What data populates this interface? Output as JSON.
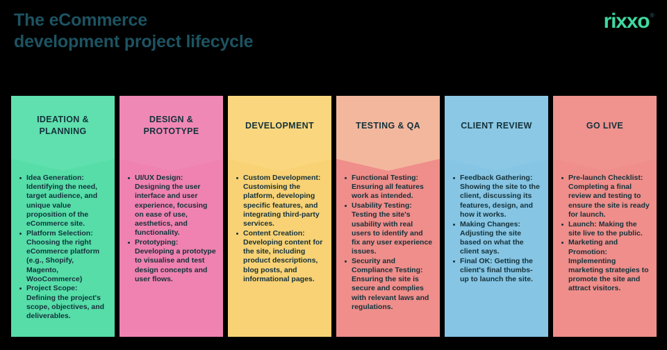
{
  "header": {
    "title_line1": "The eCommerce",
    "title_line2": "development project lifecycle",
    "logo_text": "rixxo",
    "logo_mark": "®",
    "title_color": "#1d5361",
    "logo_color": "#3fd9a0",
    "background_color": "#000000"
  },
  "columns": [
    {
      "title": "IDEATION & PLANNING",
      "color": "#56dda8",
      "band_color": "#5fe0ae",
      "items": [
        {
          "term": "Idea Generation:",
          "desc": " Identifying the need, target audience, and unique value proposition of the eCommerce site."
        },
        {
          "term": "Platform Selection:",
          "desc": " Choosing the right eCommerce platform (e.g., Shopify, Magento, WooCommerce)"
        },
        {
          "term": "Project Scope:",
          "desc": " Defining the project's scope, objectives, and deliverables."
        }
      ]
    },
    {
      "title": "DESIGN & PROTOTYPE",
      "color": "#ef82b0",
      "band_color": "#f088b5",
      "items": [
        {
          "term": "UI/UX Design:",
          "desc": " Designing the user interface and user experience, focusing on ease of use, aesthetics, and functionality."
        },
        {
          "term": "Prototyping:",
          "desc": " Developing a prototype to visualise and test design concepts and user flows."
        }
      ]
    },
    {
      "title": "DEVELOPMENT",
      "color": "#f8d275",
      "band_color": "#fad77e",
      "items": [
        {
          "term": "Custom Development:",
          "desc": " Customising the platform, developing specific features, and integrating third-party services."
        },
        {
          "term": "Content Creation:",
          "desc": " Developing content for the site, including product descriptions, blog posts, and informational pages."
        }
      ]
    },
    {
      "title": "TESTING & QA",
      "color": "#ef8e8a",
      "band_color": "#f3b79d",
      "items": [
        {
          "term": "Functional Testing:",
          "desc": " Ensuring all features work as intended."
        },
        {
          "term": "Usability Testing:",
          "desc": " Testing the site's usability with real users to identify and fix any user experience issues."
        },
        {
          "term": "Security and Compliance Testing:",
          "desc": " Ensuring the site is secure and complies with relevant laws and regulations."
        }
      ]
    },
    {
      "title": "CLIENT REVIEW",
      "color": "#86c5e3",
      "band_color": "#8ac8e5",
      "items": [
        {
          "term": "Feedback Gathering:",
          "desc": " Showing the site to the client, discussing its features, design, and how it works."
        },
        {
          "term": "Making Changes:",
          "desc": " Adjusting the site based on what the client says."
        },
        {
          "term": "Final OK:",
          "desc": " Getting the client's final thumbs-up to launch the site."
        }
      ]
    },
    {
      "title": "GO LIVE",
      "color": "#ef8e8a",
      "band_color": "#f0928e",
      "items": [
        {
          "term": "Pre-launch Checklist:",
          "desc": " Completing a final review and testing to ensure the site is ready for launch."
        },
        {
          "term": "Launch:",
          "desc": " Making the site live to the public."
        },
        {
          "term": "Marketing and Promotion:",
          "desc": " Implementing marketing strategies to promote the site and attract visitors."
        }
      ]
    }
  ]
}
